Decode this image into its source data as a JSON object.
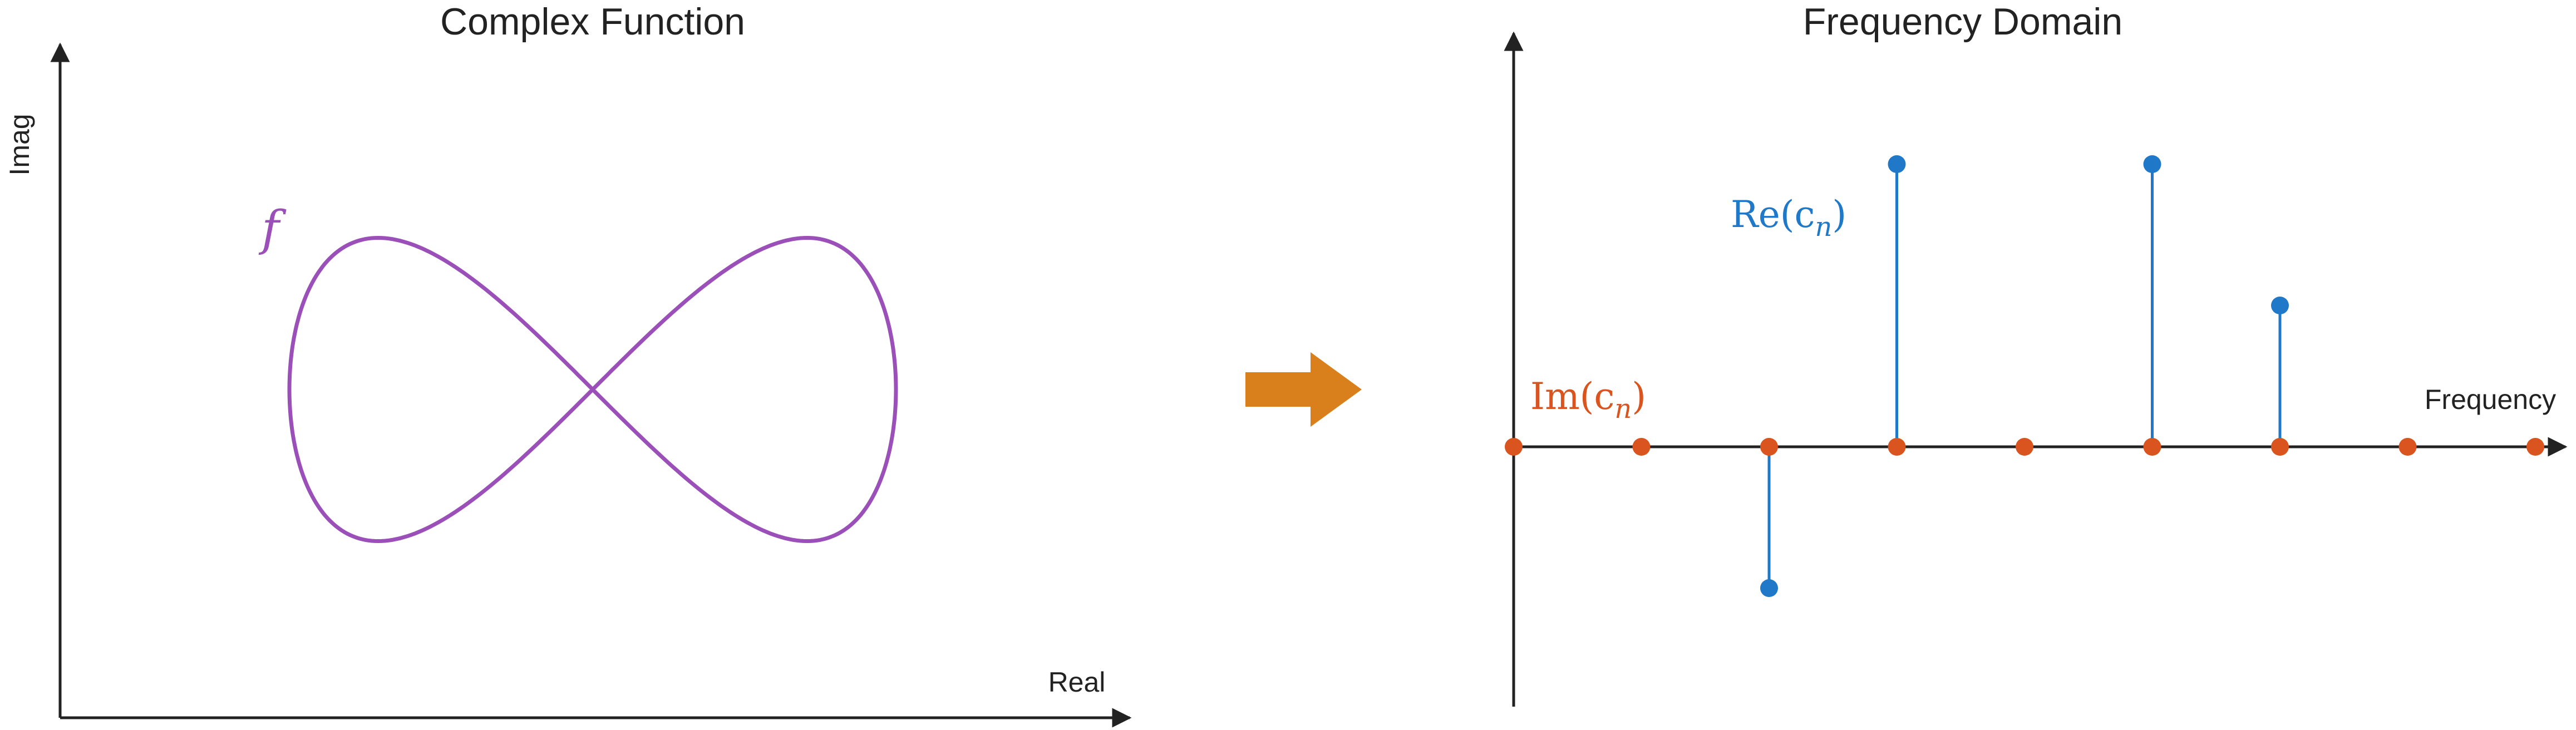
{
  "left_panel": {
    "title": "Complex Function",
    "x_axis_label": "Real",
    "y_axis_label": "Imag",
    "curve_label": "f",
    "curve_color": "#9b4fb8"
  },
  "arrow": {
    "color": "#d9801d",
    "icon": "right-arrow-icon"
  },
  "right_panel": {
    "title": "Frequency Domain",
    "x_axis_label": "Frequency",
    "re_label": "Re(c",
    "re_subscript": "n",
    "re_label_close": ")",
    "im_label": "Im(c",
    "im_subscript": "n",
    "im_label_close": ")",
    "re_color": "#1f78c8",
    "im_color": "#d9541e",
    "coefficients": {
      "n": [
        0,
        1,
        2,
        3,
        4,
        5,
        6,
        7,
        8
      ],
      "re": [
        0,
        0,
        -1,
        2,
        0,
        2,
        1,
        0,
        0
      ],
      "im": [
        0,
        0,
        0,
        0,
        0,
        0,
        0,
        0,
        0
      ]
    }
  },
  "axis_color": "#222222"
}
